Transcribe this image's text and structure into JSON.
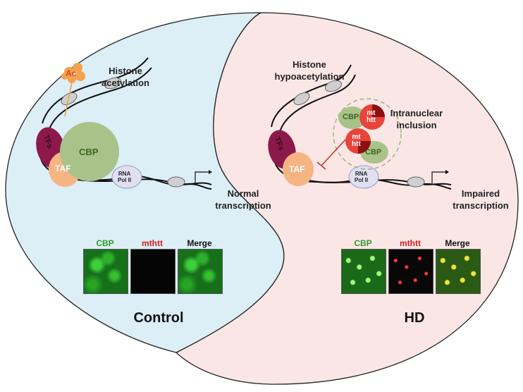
{
  "labels": {
    "ac": "Ac",
    "histone_acetylation": [
      "Histone",
      "acetylation"
    ],
    "histone_hypoacetylation": [
      "Histone",
      "hypoacetylation"
    ],
    "tfs": "TFs",
    "taf": "TAF",
    "cbp": "CBP",
    "rna_pol": [
      "RNA",
      "Pol II"
    ],
    "mthtt": [
      "mt",
      "htt"
    ],
    "normal_transcription": [
      "Normal",
      "transcription"
    ],
    "impaired_transcription": [
      "Impaired",
      "transcription"
    ],
    "intranuclear_inclusion": [
      "Intranuclear",
      "inclusion"
    ]
  },
  "control": {
    "title": "Control",
    "panels": [
      "CBP",
      "mthtt",
      "Merge"
    ]
  },
  "hd": {
    "title": "HD",
    "panels": [
      "CBP",
      "mthtt",
      "Merge"
    ]
  },
  "colors": {
    "control_bg": "#dceef6",
    "hd_bg": "#fbe6e6",
    "tfs": "#8b1a4a",
    "taf": "#f6b483",
    "cbp": "#a9c28a",
    "mthtt": "#e8443a",
    "panel_cbp_label": "#2e9b2e",
    "panel_mthtt_label": "#d41f1f"
  }
}
